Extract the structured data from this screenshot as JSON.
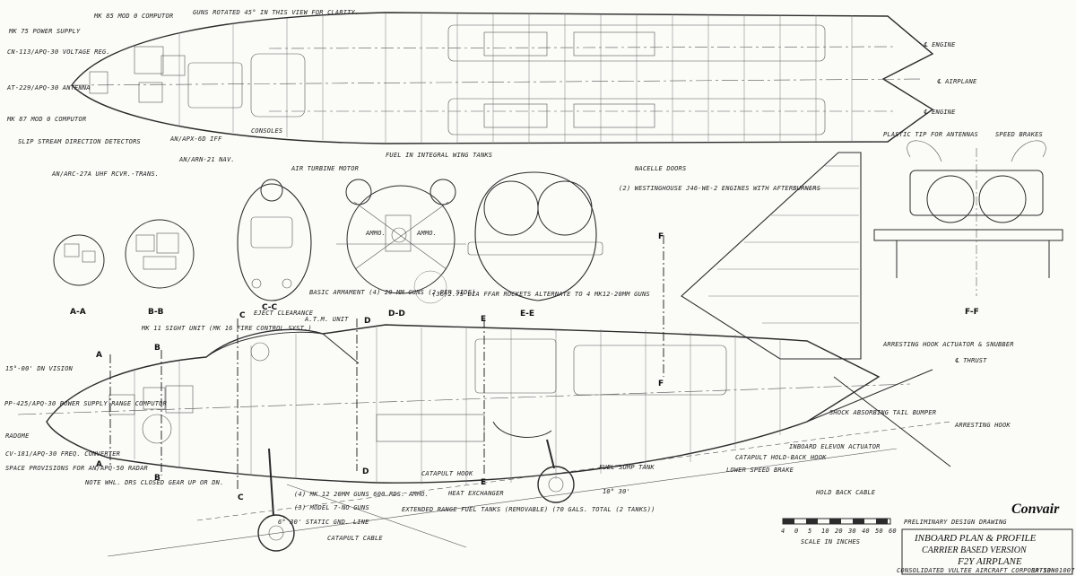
{
  "plan_labels": {
    "mk75": "MK 75 POWER SUPPLY",
    "cn113": "CN-113/APQ-30 VOLTAGE REG.",
    "at229": "AT-229/APQ-30 ANTENNA",
    "mk87": "MK 87 MOD 0 COMPUTOR",
    "slip": "SLIP STREAM DIRECTION DETECTORS",
    "arc27": "AN/ARC-27A UHF RCVR.-TRANS.",
    "mk85": "MK 85 MOD 0 COMPUTOR",
    "guns_rot": "GUNS ROTATED 45° IN THIS VIEW FOR CLARITY.",
    "apx6": "AN/APX-6D IFF",
    "consoles": "CONSOLES",
    "arn21": "AN/ARN-21 NAV.",
    "airturb": "AIR TURBINE MOTOR",
    "fuelwing": "FUEL IN INTEGRAL WING TANKS",
    "nacelle": "NACELLE DOORS",
    "engine1": "℄ ENGINE",
    "airplane": "℄ AIRPLANE",
    "engine2": "℄ ENGINE",
    "westinghouse": "(2) WESTINGHOUSE J46-WE-2 ENGINES WITH AFTERBURNERS",
    "plastictip": "PLASTIC TIP FOR ANTENNAS",
    "speedbrakes": "SPEED BRAKES"
  },
  "section_labels": {
    "aa": "A-A",
    "bb": "B-B",
    "cc": "C-C",
    "dd": "D-D",
    "ee": "E-E",
    "ff": "F-F",
    "ammo1": "AMMO.",
    "ammo2": "AMMO.",
    "basic_arm": "BASIC ARMAMENT (4) 20 MM GUNS (2 PER SIDE)",
    "rockets": "(36)2.75 DIA FFAR ROCKETS ALTERNATE TO 4 MK12-20MM GUNS"
  },
  "profile_labels": {
    "mk11": "MK 11 SIGHT UNIT (MK 16 FIRE CONTROL SYST.)",
    "ejector": "EJECT CLEARANCE",
    "atm": "A.T.M. UNIT",
    "vision": "15°-00' DN VISION",
    "pp425": "PP-425/APQ-30 POWER SUPPLY RANGE COMPUTOR",
    "radome": "RADOME",
    "cv181": "CV-181/APQ-30 FREQ. CONVERTER",
    "space": "SPACE PROVISIONS FOR AN/APQ-50 RADAR",
    "note": "NOTE WHL. DRS CLOSED GEAR UP OR DN.",
    "guns": "(4) MK 12 20MM GUNS 600 RDS. AMMO.",
    "fuguns": "(3) MODEL 7-NO GUNS",
    "catapult_hook": "CATAPULT HOOK",
    "heatx": "HEAT EXCHANGER",
    "extended": "EXTENDED RANGE FUEL TANKS (REMOVABLE) (70 GALS. TOTAL (2 TANKS))",
    "static": "6° 30' STATIC GND. LINE",
    "catcable": "CATAPULT CABLE",
    "fuelsump": "FUEL SUMP TANK",
    "angle": "10° 30'",
    "lowerbrake": "LOWER SPEED BRAKE",
    "holdback": "CATAPULT HOLD-BACK HOOK",
    "holdcable": "HOLD BACK CABLE",
    "elevon": "INBOARD ELEVON ACTUATOR",
    "shock": "SHOCK ABSORBING TAIL BUMPER",
    "arrhook": "ARRESTING HOOK",
    "arrhookact": "ARRESTING HOOK ACTUATOR & SNUBBER",
    "thrust": "℄ THRUST"
  },
  "section_letters": [
    "A",
    "A",
    "B",
    "B",
    "C",
    "C",
    "D",
    "D",
    "E",
    "E",
    "F",
    "F"
  ],
  "title_block": {
    "logo": "Convair",
    "subtitle": "PRELIMINARY DESIGN DRAWING",
    "line1": "INBOARD PLAN & PROFILE",
    "line2": "CARRIER BASED VERSION",
    "line3": "F2Y AIRPLANE",
    "company": "CONSOLIDATED VULTEE AIRCRAFT CORPORATION",
    "drawing_no": "SP-53-01007",
    "scale_caption": "SCALE IN INCHES",
    "scale_ticks": [
      "4",
      "0",
      "5",
      "10",
      "20",
      "30",
      "40",
      "50",
      "60"
    ]
  },
  "colors": {
    "ink": "#2b2b2b",
    "paper": "#fbfbf8"
  }
}
